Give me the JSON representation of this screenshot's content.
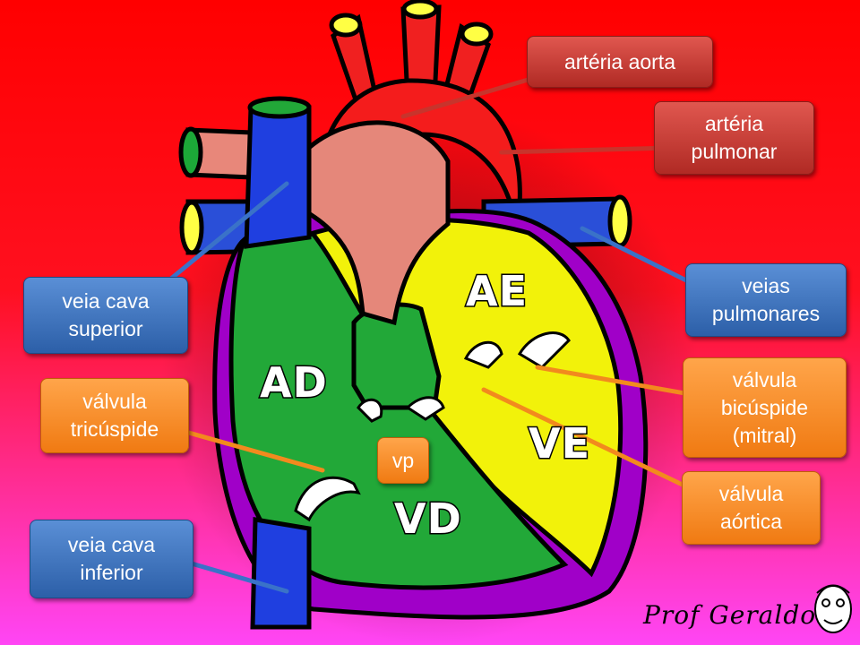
{
  "labels": {
    "aorta": "artéria aorta",
    "pulmonary_artery": "artéria\npulmonar",
    "sup_vena_cava": "veia cava\nsuperior",
    "pulmonary_veins": "veias\npulmonares",
    "tricuspid": "válvula\ntricúspide",
    "bicuspid": "válvula\nbicúspide\n(mitral)",
    "aortic_valve": "válvula\naórtica",
    "inf_vena_cava": "veia cava\ninferior",
    "vp": "vp"
  },
  "chambers": {
    "ae": "AE",
    "ad": "AD",
    "ve": "VE",
    "vd": "VD"
  },
  "signature": "Prof Geraldo",
  "colors": {
    "background_top": "#ff0000",
    "background_bottom": "#ff40ff",
    "right_heart": "#22a838",
    "left_heart": "#f2f20a",
    "myocardium": "#a000c8",
    "aorta": "#f41c1c",
    "pulmonary_artery": "#e5877a",
    "vena_cava": "#1f3fe0"
  }
}
